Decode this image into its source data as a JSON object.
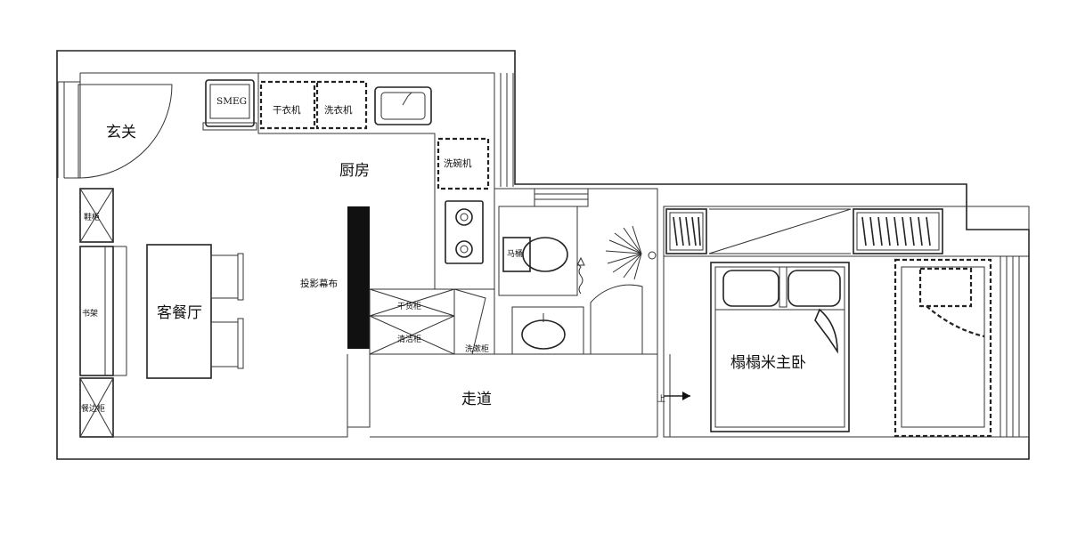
{
  "rooms": {
    "entrance": "玄关",
    "kitchen": "厨房",
    "living_dining": "客餐厅",
    "corridor": "走道",
    "master_bedroom": "榻榻米主卧"
  },
  "labels": {
    "smeg": "SMEG",
    "dryer": "干衣机",
    "washer": "洗衣机",
    "dishwasher": "洗碗机",
    "shoe_cabinet": "鞋柜",
    "bookshelf": "书架",
    "dining_cabinet": "餐边柜",
    "projector_screen": "投影幕布",
    "dry_goods_cabinet": "干货柜",
    "cleaning_cabinet": "清洁柜",
    "wash_cabinet": "洗漱柜",
    "toilet": "马桶",
    "up_marker": "上"
  },
  "colors": {
    "wall": "#222222",
    "screen": "#111111",
    "background": "#ffffff"
  }
}
